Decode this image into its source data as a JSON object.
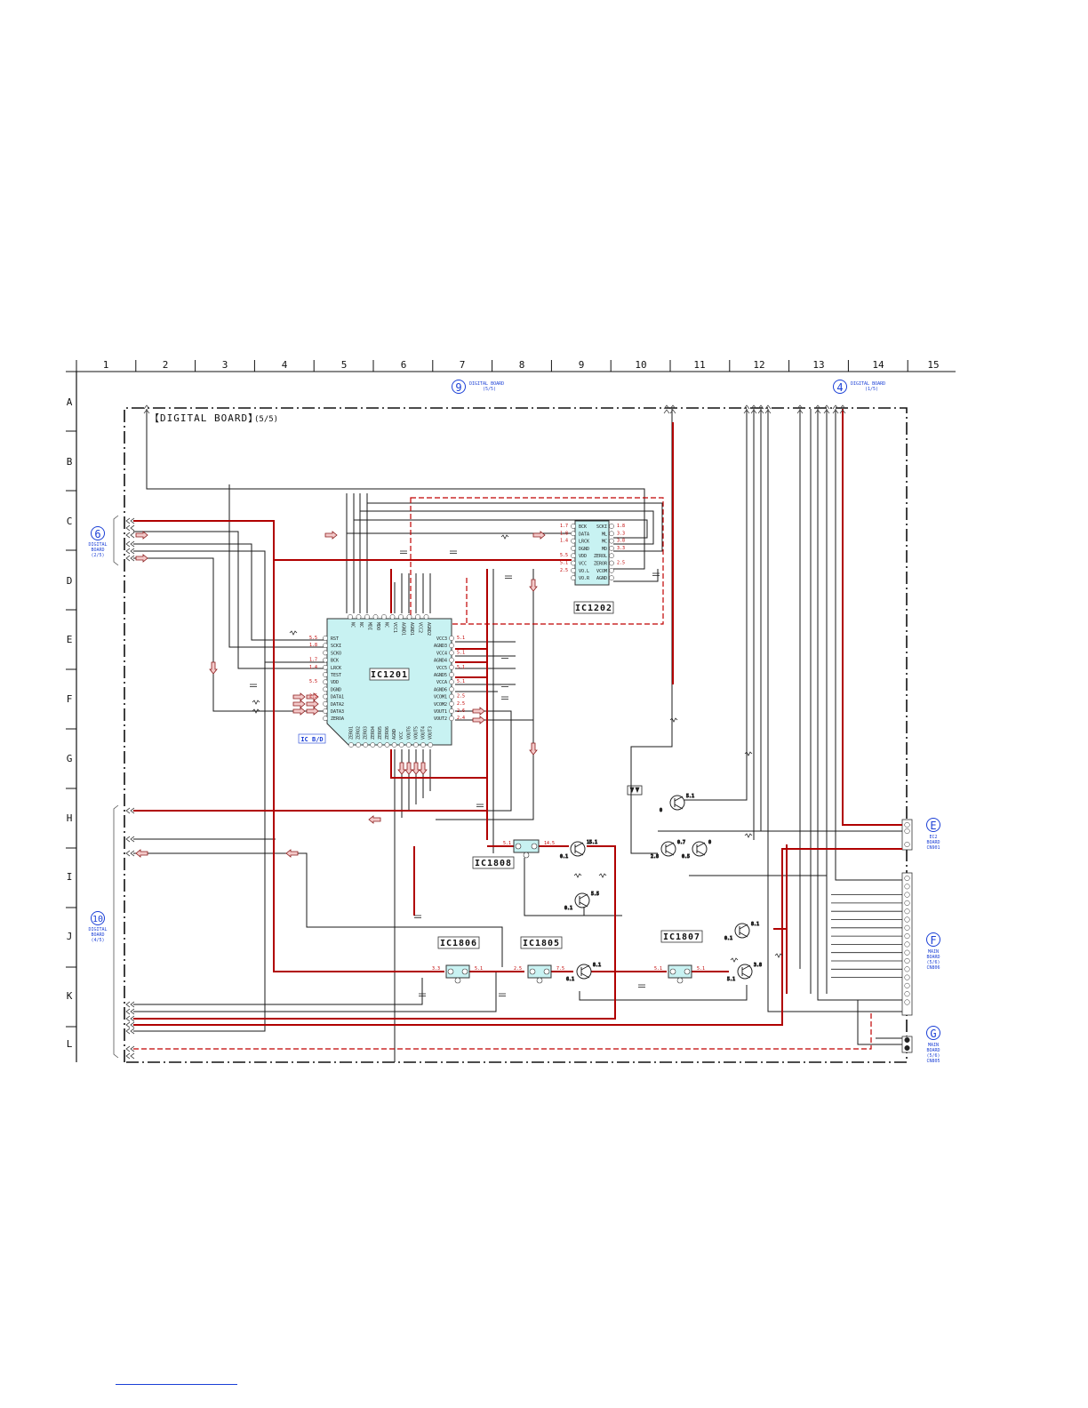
{
  "grid": {
    "columns": [
      "1",
      "2",
      "3",
      "4",
      "5",
      "6",
      "7",
      "8",
      "9",
      "10",
      "11",
      "12",
      "13",
      "14",
      "15"
    ],
    "rows": [
      "A",
      "B",
      "C",
      "D",
      "E",
      "F",
      "G",
      "H",
      "I",
      "J",
      "K",
      "L"
    ]
  },
  "board": {
    "title": "【DIGITAL BOARD】",
    "part": "(5/5)"
  },
  "connectors": {
    "c9": {
      "num": "9",
      "text": [
        "DIGITAL BOARD",
        "(5/5)"
      ]
    },
    "c4": {
      "num": "4",
      "text": [
        "DIGITAL BOARD",
        "(1/5)"
      ]
    },
    "c6": {
      "num": "6",
      "text": [
        "DIGITAL",
        "BOARD",
        "(2/5)"
      ]
    },
    "c10": {
      "num": "10",
      "text": [
        "DIGITAL",
        "BOARD",
        "(4/5)"
      ]
    },
    "cE": {
      "num": "E",
      "text": [
        "EC2",
        "BOARD",
        "CN901"
      ]
    },
    "cF": {
      "num": "F",
      "text": [
        "MAIN",
        "BOARD",
        "(5/6)",
        "CN806"
      ]
    },
    "cG": {
      "num": "G",
      "text": [
        "MAIN",
        "BOARD",
        "(5/6)",
        "CN805"
      ]
    }
  },
  "ics": {
    "ic1201": {
      "label": "IC1201",
      "left_pins": [
        "RST",
        "SCKI",
        "SCKO",
        "BCK",
        "LRCK",
        "TEST",
        "VDD",
        "DGND",
        "DATA1",
        "DATA2",
        "DATA3",
        "ZEROA"
      ],
      "right_pins": [
        "VCC3",
        "AGND3",
        "VCC4",
        "AGND4",
        "VCC5",
        "AGND5",
        "VCCA",
        "AGND6",
        "VCOM1",
        "VCOM2",
        "VOUT1",
        "VOUT2"
      ],
      "top_pins": [
        "NC",
        "NC",
        "MDI",
        "MDO",
        "NC",
        "VCC1",
        "AGND1",
        "AGND1",
        "VCC2",
        "AGND2"
      ],
      "bottom_pins": [
        "ZERO1",
        "ZERO2",
        "ZERO3",
        "ZERO4",
        "ZERO5",
        "ZERO6",
        "AGND",
        "VCC",
        "VOUT6",
        "VOUT5",
        "VOUT4",
        "VOUT3"
      ],
      "left_volts": [
        "5.5",
        "1.8",
        "",
        "1.7",
        "1.4",
        "",
        "5.5",
        "",
        "2.5",
        "",
        "",
        ""
      ],
      "right_volts": [
        "5.1",
        "",
        "5.1",
        "",
        "5.1",
        "",
        "5.1",
        "",
        "2.5",
        "2.5",
        "2.6",
        "2.4"
      ],
      "tag": "IC B/D"
    },
    "ic1202": {
      "label": "IC1202",
      "left_pins": [
        "BCK",
        "DATA",
        "LRCK",
        "DGND",
        "VDD",
        "VCC",
        "VO.L",
        "VO.R"
      ],
      "right_pins": [
        "SCKI",
        "ML",
        "MC",
        "MD",
        "ZEROL",
        "ZEROR",
        "VCOM",
        "AGND"
      ],
      "left_volts": [
        "1.7",
        "1.8",
        "1.4",
        "",
        "5.5",
        "5.1",
        "2.5",
        ""
      ],
      "right_volts": [
        "1.8",
        "3.3",
        "3.8",
        "3.3",
        "",
        "2.5",
        "",
        ""
      ]
    },
    "ic1808": {
      "label": "IC1808",
      "in": "5.1",
      "out": "14.5"
    },
    "ic1806": {
      "label": "IC1806",
      "in": "3.3",
      "out": "5.1"
    },
    "ic1805": {
      "label": "IC1805",
      "in": "2.5",
      "out": "7.5"
    },
    "ic1807": {
      "label": "IC1807",
      "in": "5.1",
      "out": "5.1"
    }
  },
  "transistor_voltages": [
    "15.1",
    "0.1",
    "5.5",
    "0.1",
    "8.1",
    "6.1",
    "5.1",
    "0",
    "0.7",
    "2.8",
    "0",
    "0.5",
    "8.1",
    "0.1",
    "3.8",
    "5.1"
  ]
}
